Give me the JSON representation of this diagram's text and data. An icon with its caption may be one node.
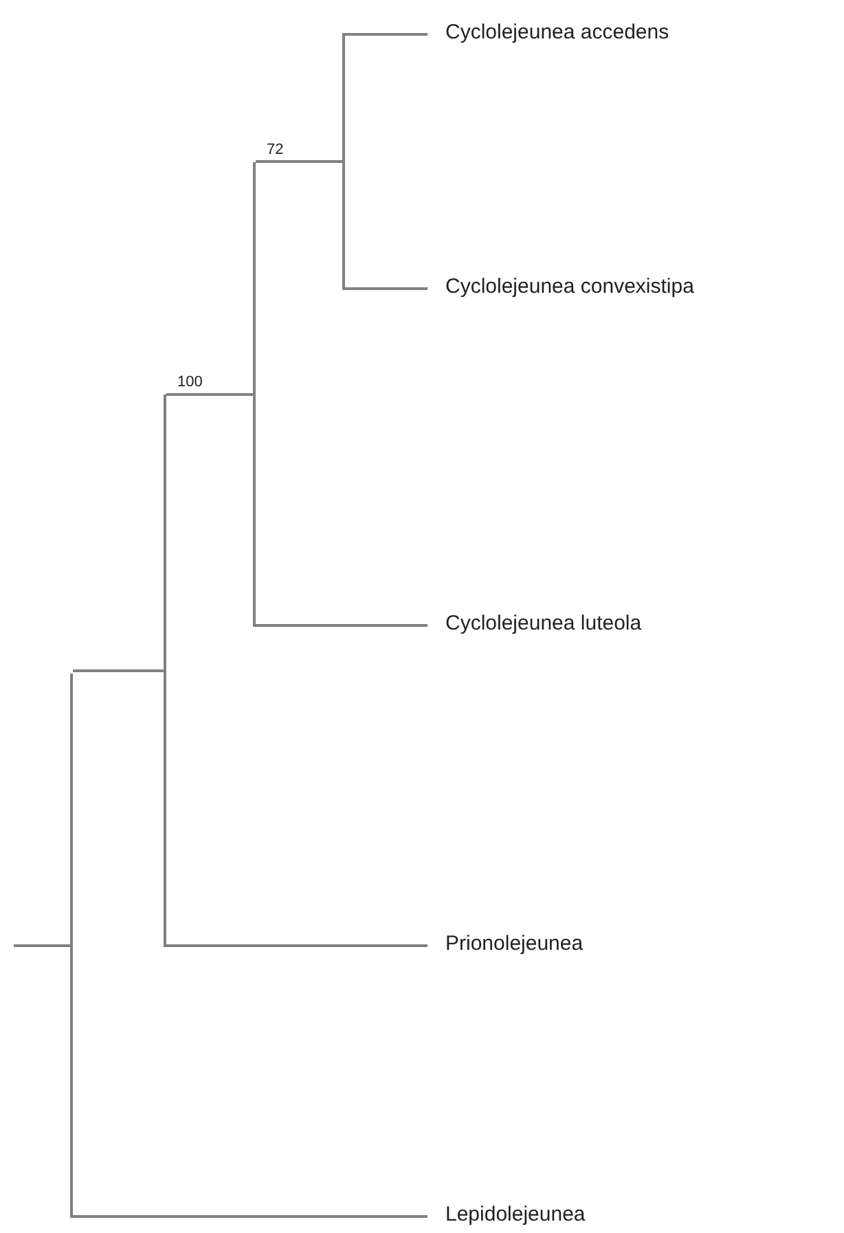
{
  "diagram": {
    "nodes": [
      {
        "text": [
          "Cyclolejeunea accedens"
        ]
      },
      {
        "text": [
          "Cyclolejeunea convexistipa"
        ]
      },
      {
        "text": [
          "Cyclolejeunea luteola"
        ]
      },
      {
        "text": [
          "Prionolejeunea"
        ]
      },
      {
        "text": [
          "Lepidolejeunea"
        ]
      },
      {
        "text": [],
        "shape": "junction"
      },
      {
        "text": [],
        "shape": "junction"
      },
      {
        "text": [],
        "shape": "junction"
      },
      {
        "text": [],
        "shape": "junction"
      }
    ],
    "edges": [
      {
        "from": null,
        "to": 5,
        "arrow": "none"
      },
      {
        "from": 5,
        "to": 6,
        "arrow": "none"
      },
      {
        "from": 5,
        "to": 4,
        "arrow": "none"
      },
      {
        "from": 6,
        "to": 7,
        "label": "100",
        "arrow": "none"
      },
      {
        "from": 6,
        "to": 3,
        "arrow": "none"
      },
      {
        "from": 7,
        "to": 8,
        "label": "72",
        "arrow": "none"
      },
      {
        "from": 7,
        "to": 2,
        "arrow": "none"
      },
      {
        "from": 8,
        "to": 0,
        "arrow": "none"
      },
      {
        "from": 8,
        "to": 1,
        "arrow": "none"
      }
    ]
  }
}
